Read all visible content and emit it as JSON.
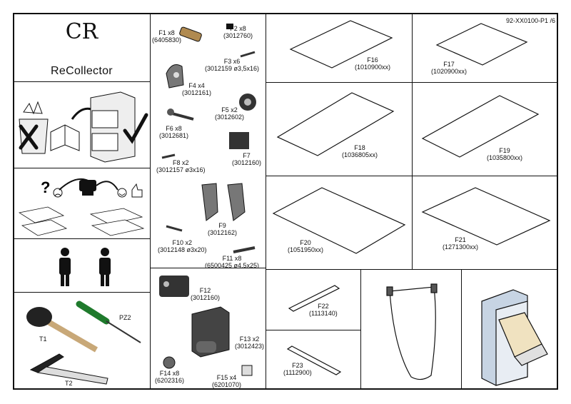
{
  "doc_id": "92-XX0100-P1 /6",
  "brand": {
    "logo": "CR",
    "name": "ReCollector"
  },
  "parts_small": [
    {
      "code": "F1 x8",
      "ref": "(6405830)"
    },
    {
      "code": "F2 x8",
      "ref": "(3012760)"
    },
    {
      "code": "F3 x6",
      "ref": "(3012159 ø3,5x16)"
    },
    {
      "code": "F4 x4",
      "ref": "(3012161)"
    },
    {
      "code": "F5 x2",
      "ref": "(3012602)"
    },
    {
      "code": "F6 x8",
      "ref": "(3012681)"
    },
    {
      "code": "F7",
      "ref": "(3012160)"
    },
    {
      "code": "F8 x2",
      "ref": "(3012157 ø3x16)"
    },
    {
      "code": "F9",
      "ref": "(3012162)"
    },
    {
      "code": "F10 x2",
      "ref": "(3012148 ø3x20)"
    },
    {
      "code": "F11 x8",
      "ref": "(6500425 ø4,5x25)"
    },
    {
      "code": "F12",
      "ref": "(3012160)"
    },
    {
      "code": "F13 x2",
      "ref": "(3012423)"
    },
    {
      "code": "F14 x8",
      "ref": "(6202316)"
    },
    {
      "code": "F15 x4",
      "ref": "(6201070)"
    }
  ],
  "panels": [
    {
      "code": "F16",
      "ref": "(1010900xx)"
    },
    {
      "code": "F17",
      "ref": "(1020900xx)"
    },
    {
      "code": "F18",
      "ref": "(1036805xx)"
    },
    {
      "code": "F19",
      "ref": "(1035800xx)"
    },
    {
      "code": "F20",
      "ref": "(1051950xx)"
    },
    {
      "code": "F21",
      "ref": "(1271300xx)"
    },
    {
      "code": "F22",
      "ref": "(1113140)"
    },
    {
      "code": "F23",
      "ref": "(1112900)"
    }
  ],
  "tools": {
    "t1": "T1",
    "t2": "T2",
    "pz": "PZ2"
  },
  "icons": {
    "step1": [
      "shredded-paper-icon",
      "cross-icon",
      "open-binder-icon",
      "arrow-icon",
      "filing-cabinet-icon",
      "checkmark-icon"
    ],
    "step2": [
      "question-icon",
      "sad-face-icon",
      "phone-icon",
      "happy-face-icon",
      "thumbs-up-icon"
    ],
    "people": [
      "person-icon",
      "person-icon"
    ]
  }
}
